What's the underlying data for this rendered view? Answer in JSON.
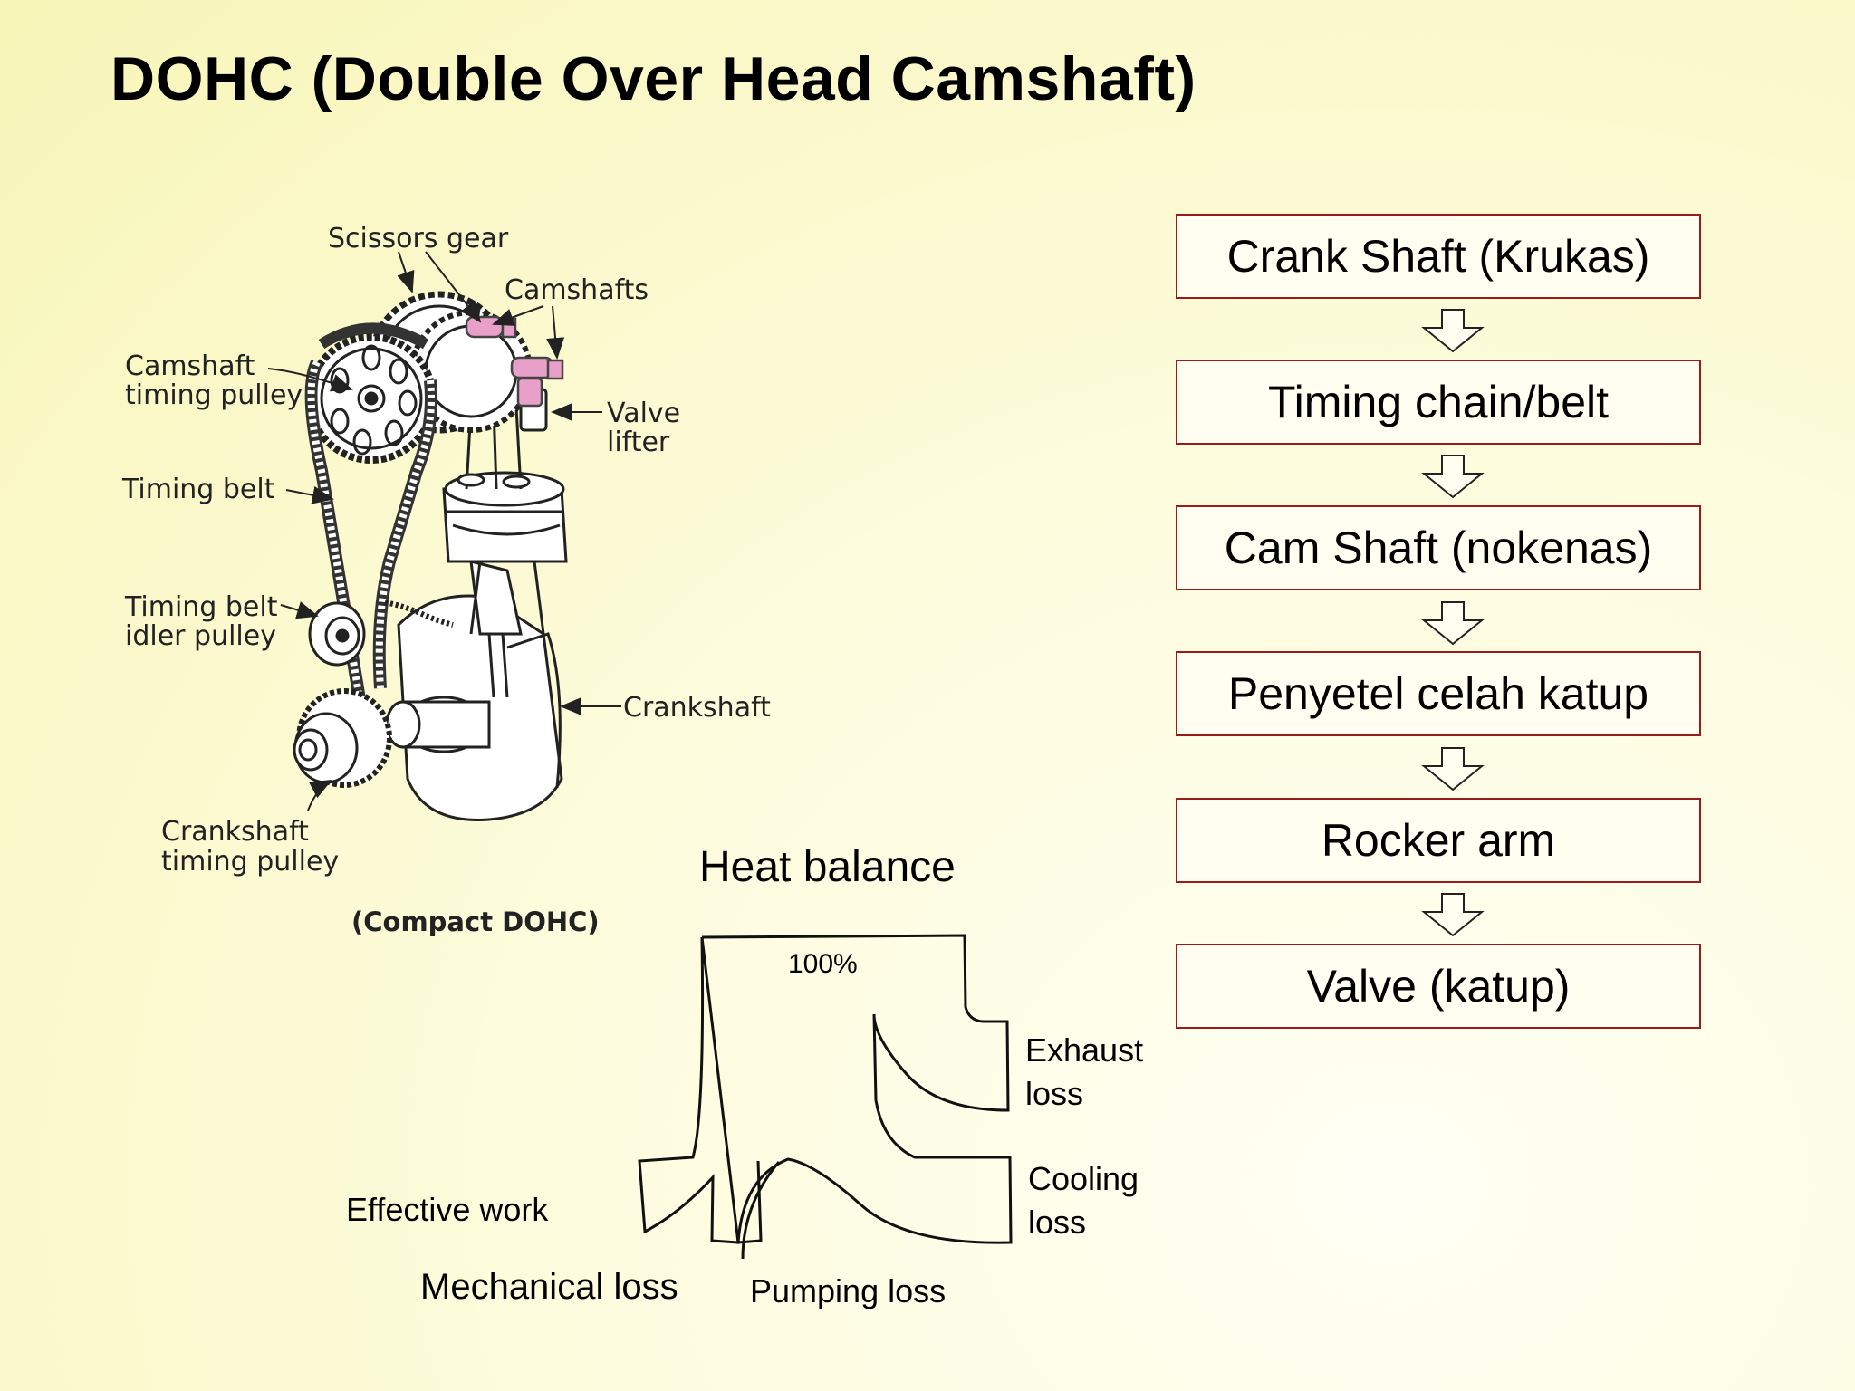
{
  "title": "DOHC (Double Over Head Camshaft)",
  "engine_diagram": {
    "labels": {
      "scissors_gear": "Scissors gear",
      "camshafts": "Camshafts",
      "camshaft_timing_pulley_1": "Camshaft",
      "camshaft_timing_pulley_2": "timing pulley",
      "valve_lifter_1": "Valve",
      "valve_lifter_2": "lifter",
      "timing_belt": "Timing belt",
      "idler_1": "Timing belt",
      "idler_2": "idler pulley",
      "crankshaft": "Crankshaft",
      "crank_pulley_1": "Crankshaft",
      "crank_pulley_2": "timing pulley"
    },
    "caption": "(Compact DOHC)"
  },
  "heat_balance": {
    "title": "Heat balance",
    "total": "100%",
    "exhaust_1": "Exhaust",
    "exhaust_2": "loss",
    "cooling_1": "Cooling",
    "cooling_2": "loss",
    "effective": "Effective work",
    "mechanical": "Mechanical loss",
    "pumping": "Pumping loss"
  },
  "flow": [
    "Crank Shaft (Krukas)",
    "Timing chain/belt",
    "Cam Shaft (nokenas)",
    "Penyetel celah katup",
    "Rocker arm",
    "Valve (katup)"
  ],
  "colors": {
    "box_border": "#9b1b1b",
    "camshaft_pink": "#e8a0c8",
    "background": "#fbf9cc"
  }
}
